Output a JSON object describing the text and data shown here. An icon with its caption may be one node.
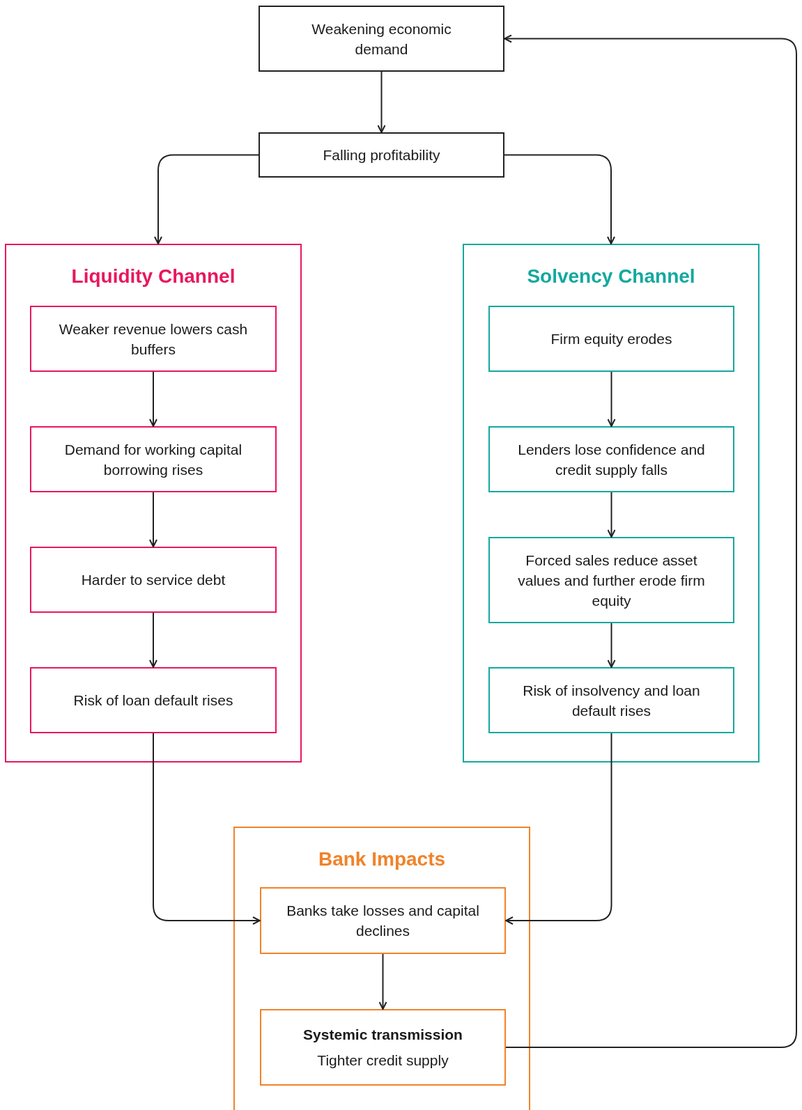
{
  "diagram": {
    "nodes": [
      {
        "text": [
          "Weakening economic demand"
        ]
      },
      {
        "text": [
          "Falling profitability"
        ]
      },
      {
        "text": [
          "Liquidity Channel"
        ]
      },
      {
        "text": [
          "Weaker revenue lowers cash buffers"
        ],
        "in": 2
      },
      {
        "text": [
          "Demand for working capital borrowing rises"
        ],
        "in": 2
      },
      {
        "text": [
          "Harder to service debt"
        ],
        "in": 2
      },
      {
        "text": [
          "Risk of loan default rises"
        ],
        "in": 2
      },
      {
        "text": [
          "Solvency Channel"
        ]
      },
      {
        "text": [
          "Firm equity erodes"
        ],
        "in": 7
      },
      {
        "text": [
          "Lenders lose confidence and credit supply falls"
        ],
        "in": 7
      },
      {
        "text": [
          "Forced sales reduce asset values and further erode firm equity"
        ],
        "in": 7
      },
      {
        "text": [
          "Risk of insolvency and loan default rises"
        ],
        "in": 7
      },
      {
        "text": [
          "Bank Impacts"
        ]
      },
      {
        "text": [
          "Banks take losses and capital declines"
        ],
        "in": 12
      },
      {
        "text": [
          "Systemic transmission",
          "Tighter credit supply"
        ],
        "in": 12
      }
    ],
    "edges": [
      {
        "from": 0,
        "to": 1,
        "arrow": "to"
      },
      {
        "from": 1,
        "to": 2,
        "arrow": "to"
      },
      {
        "from": 1,
        "to": 7,
        "arrow": "to"
      },
      {
        "from": 3,
        "to": 4,
        "arrow": "to"
      },
      {
        "from": 4,
        "to": 5,
        "arrow": "to"
      },
      {
        "from": 5,
        "to": 6,
        "arrow": "to"
      },
      {
        "from": 8,
        "to": 9,
        "arrow": "to"
      },
      {
        "from": 9,
        "to": 10,
        "arrow": "to"
      },
      {
        "from": 10,
        "to": 11,
        "arrow": "to"
      },
      {
        "from": 6,
        "to": 13,
        "arrow": "to"
      },
      {
        "from": 11,
        "to": 13,
        "arrow": "to"
      },
      {
        "from": 13,
        "to": 14,
        "arrow": "to"
      },
      {
        "from": 14,
        "to": 0,
        "arrow": "to"
      }
    ]
  }
}
